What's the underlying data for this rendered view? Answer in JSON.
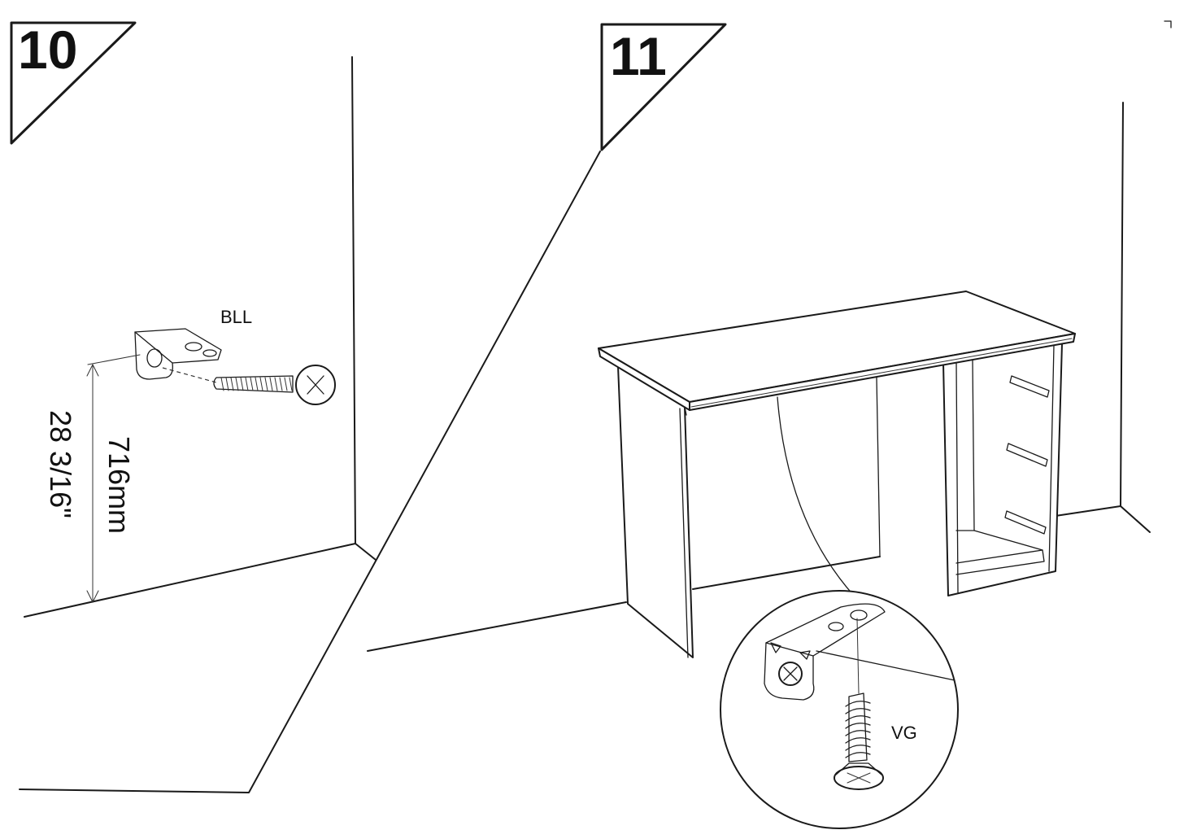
{
  "steps": [
    {
      "number": "10",
      "part_label": "BLL",
      "dimension_metric": "716mm",
      "dimension_imperial": "28 3/16\""
    },
    {
      "number": "11",
      "part_label": "VG"
    }
  ],
  "icons": [
    "wall-bracket-icon",
    "screw-icon",
    "wall-plug-icon",
    "desk-icon",
    "detail-magnifier-icon"
  ]
}
